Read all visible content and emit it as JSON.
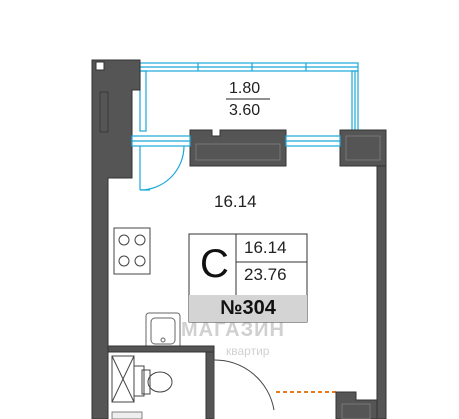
{
  "balcony": {
    "area_top": "1.80",
    "area_bottom": "3.60"
  },
  "room": {
    "area": "16.14"
  },
  "apartment": {
    "type_letter": "С",
    "total_area": "16.14",
    "living_area": "23.76",
    "number": "№304"
  },
  "watermark": {
    "brand": "МАГАЗИН",
    "sub": "квартир"
  },
  "colors": {
    "wall": "#555555",
    "window": "#1aa8d8",
    "door_marker": "#e87a1e",
    "number_bg": "#d4d4d4"
  }
}
